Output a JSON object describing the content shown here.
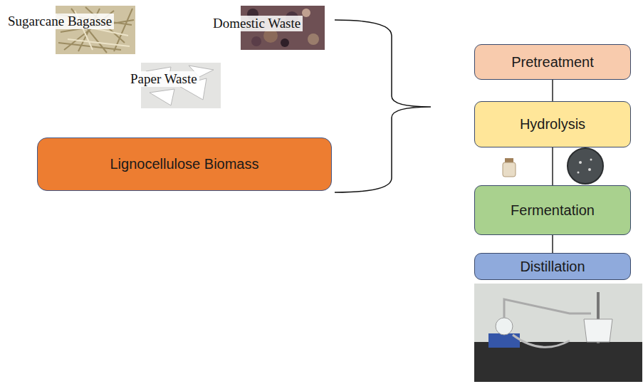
{
  "diagram": {
    "nodes": [
      {
        "text": [
          "Lignocellulose Biomass"
        ]
      },
      {
        "text": [
          "Pretreatment"
        ]
      },
      {
        "text": [
          "Hydrolysis"
        ]
      },
      {
        "text": [
          "Fermentation"
        ]
      },
      {
        "text": [
          "Distillation"
        ]
      }
    ],
    "edges": [
      {
        "from": 1,
        "to": 2,
        "arrow": "none"
      },
      {
        "from": 2,
        "to": 3,
        "arrow": "none"
      },
      {
        "from": 3,
        "to": 4,
        "arrow": "none"
      }
    ],
    "labels": [
      "Sugarcane Bagasse",
      "Domestic Waste",
      "Paper Waste"
    ]
  }
}
